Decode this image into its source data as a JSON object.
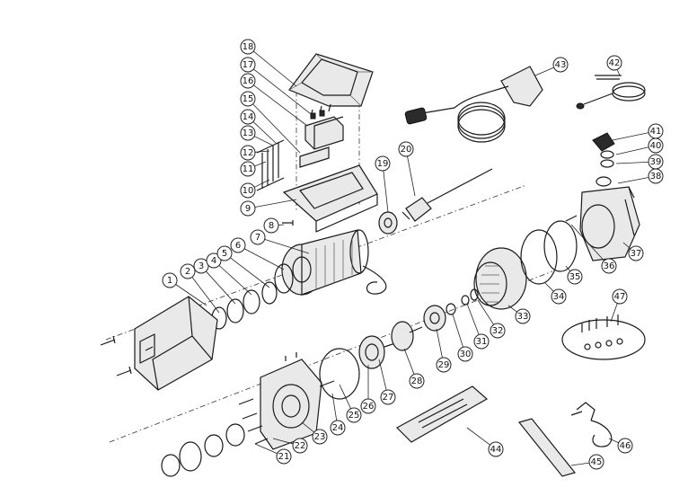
{
  "diagram": {
    "part_numbers": [
      "1",
      "2",
      "3",
      "4",
      "5",
      "6",
      "7",
      "8",
      "9",
      "10",
      "11",
      "12",
      "13",
      "14",
      "15",
      "16",
      "17",
      "18",
      "19",
      "20",
      "21",
      "22",
      "23",
      "24",
      "25",
      "26",
      "27",
      "28",
      "29",
      "30",
      "31",
      "32",
      "33",
      "34",
      "35",
      "36",
      "37",
      "38",
      "39",
      "40",
      "41",
      "42",
      "43",
      "44",
      "45",
      "46",
      "47"
    ]
  }
}
